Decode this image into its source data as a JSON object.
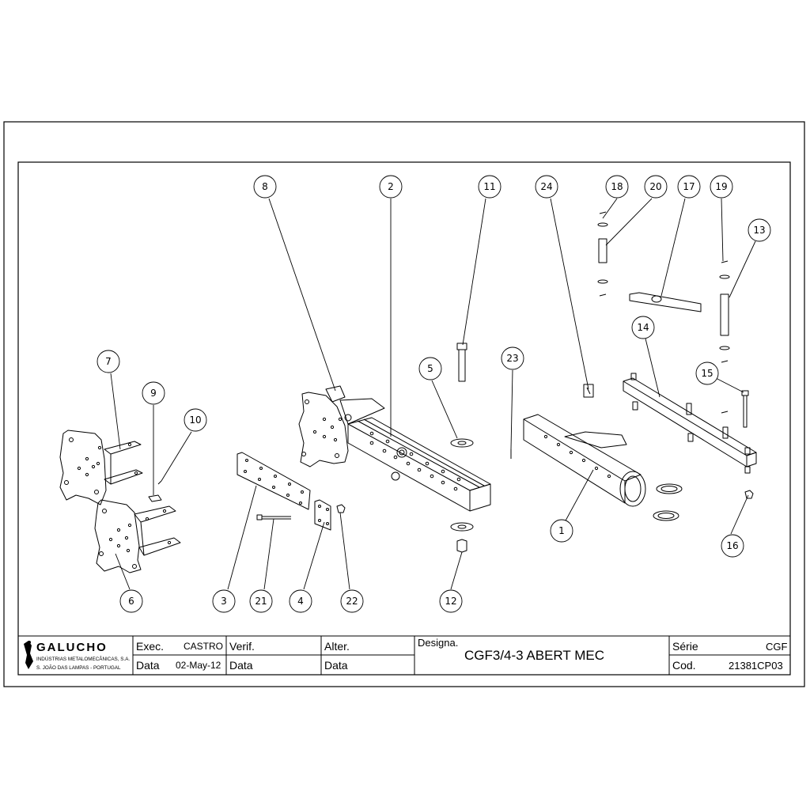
{
  "drawing": {
    "callouts": [
      "8",
      "2",
      "11",
      "24",
      "18",
      "20",
      "17",
      "19",
      "13",
      "7",
      "9",
      "10",
      "5",
      "23",
      "14",
      "15",
      "1",
      "16",
      "3",
      "21",
      "4",
      "22",
      "12",
      "6"
    ]
  },
  "title_block": {
    "company": {
      "logo_text": "GALUCHO",
      "line1": "INDÚSTRIAS METALOMECÂNICAS, S.A.",
      "line2": "S. JOÃO DAS LAMPAS - PORTUGAL"
    },
    "exec_label": "Exec.",
    "exec_value": "CASTRO",
    "verif_label": "Verif.",
    "alter_label": "Alter.",
    "data_label_1": "Data",
    "data_value_1": "02-May-12",
    "data_label_2": "Data",
    "data_label_3": "Data",
    "designa_label": "Designa.",
    "designa_value": "CGF3/4-3 ABERT MEC",
    "serie_label": "Série",
    "serie_value": "CGF",
    "cod_label": "Cod.",
    "cod_value": "21381CP03"
  }
}
